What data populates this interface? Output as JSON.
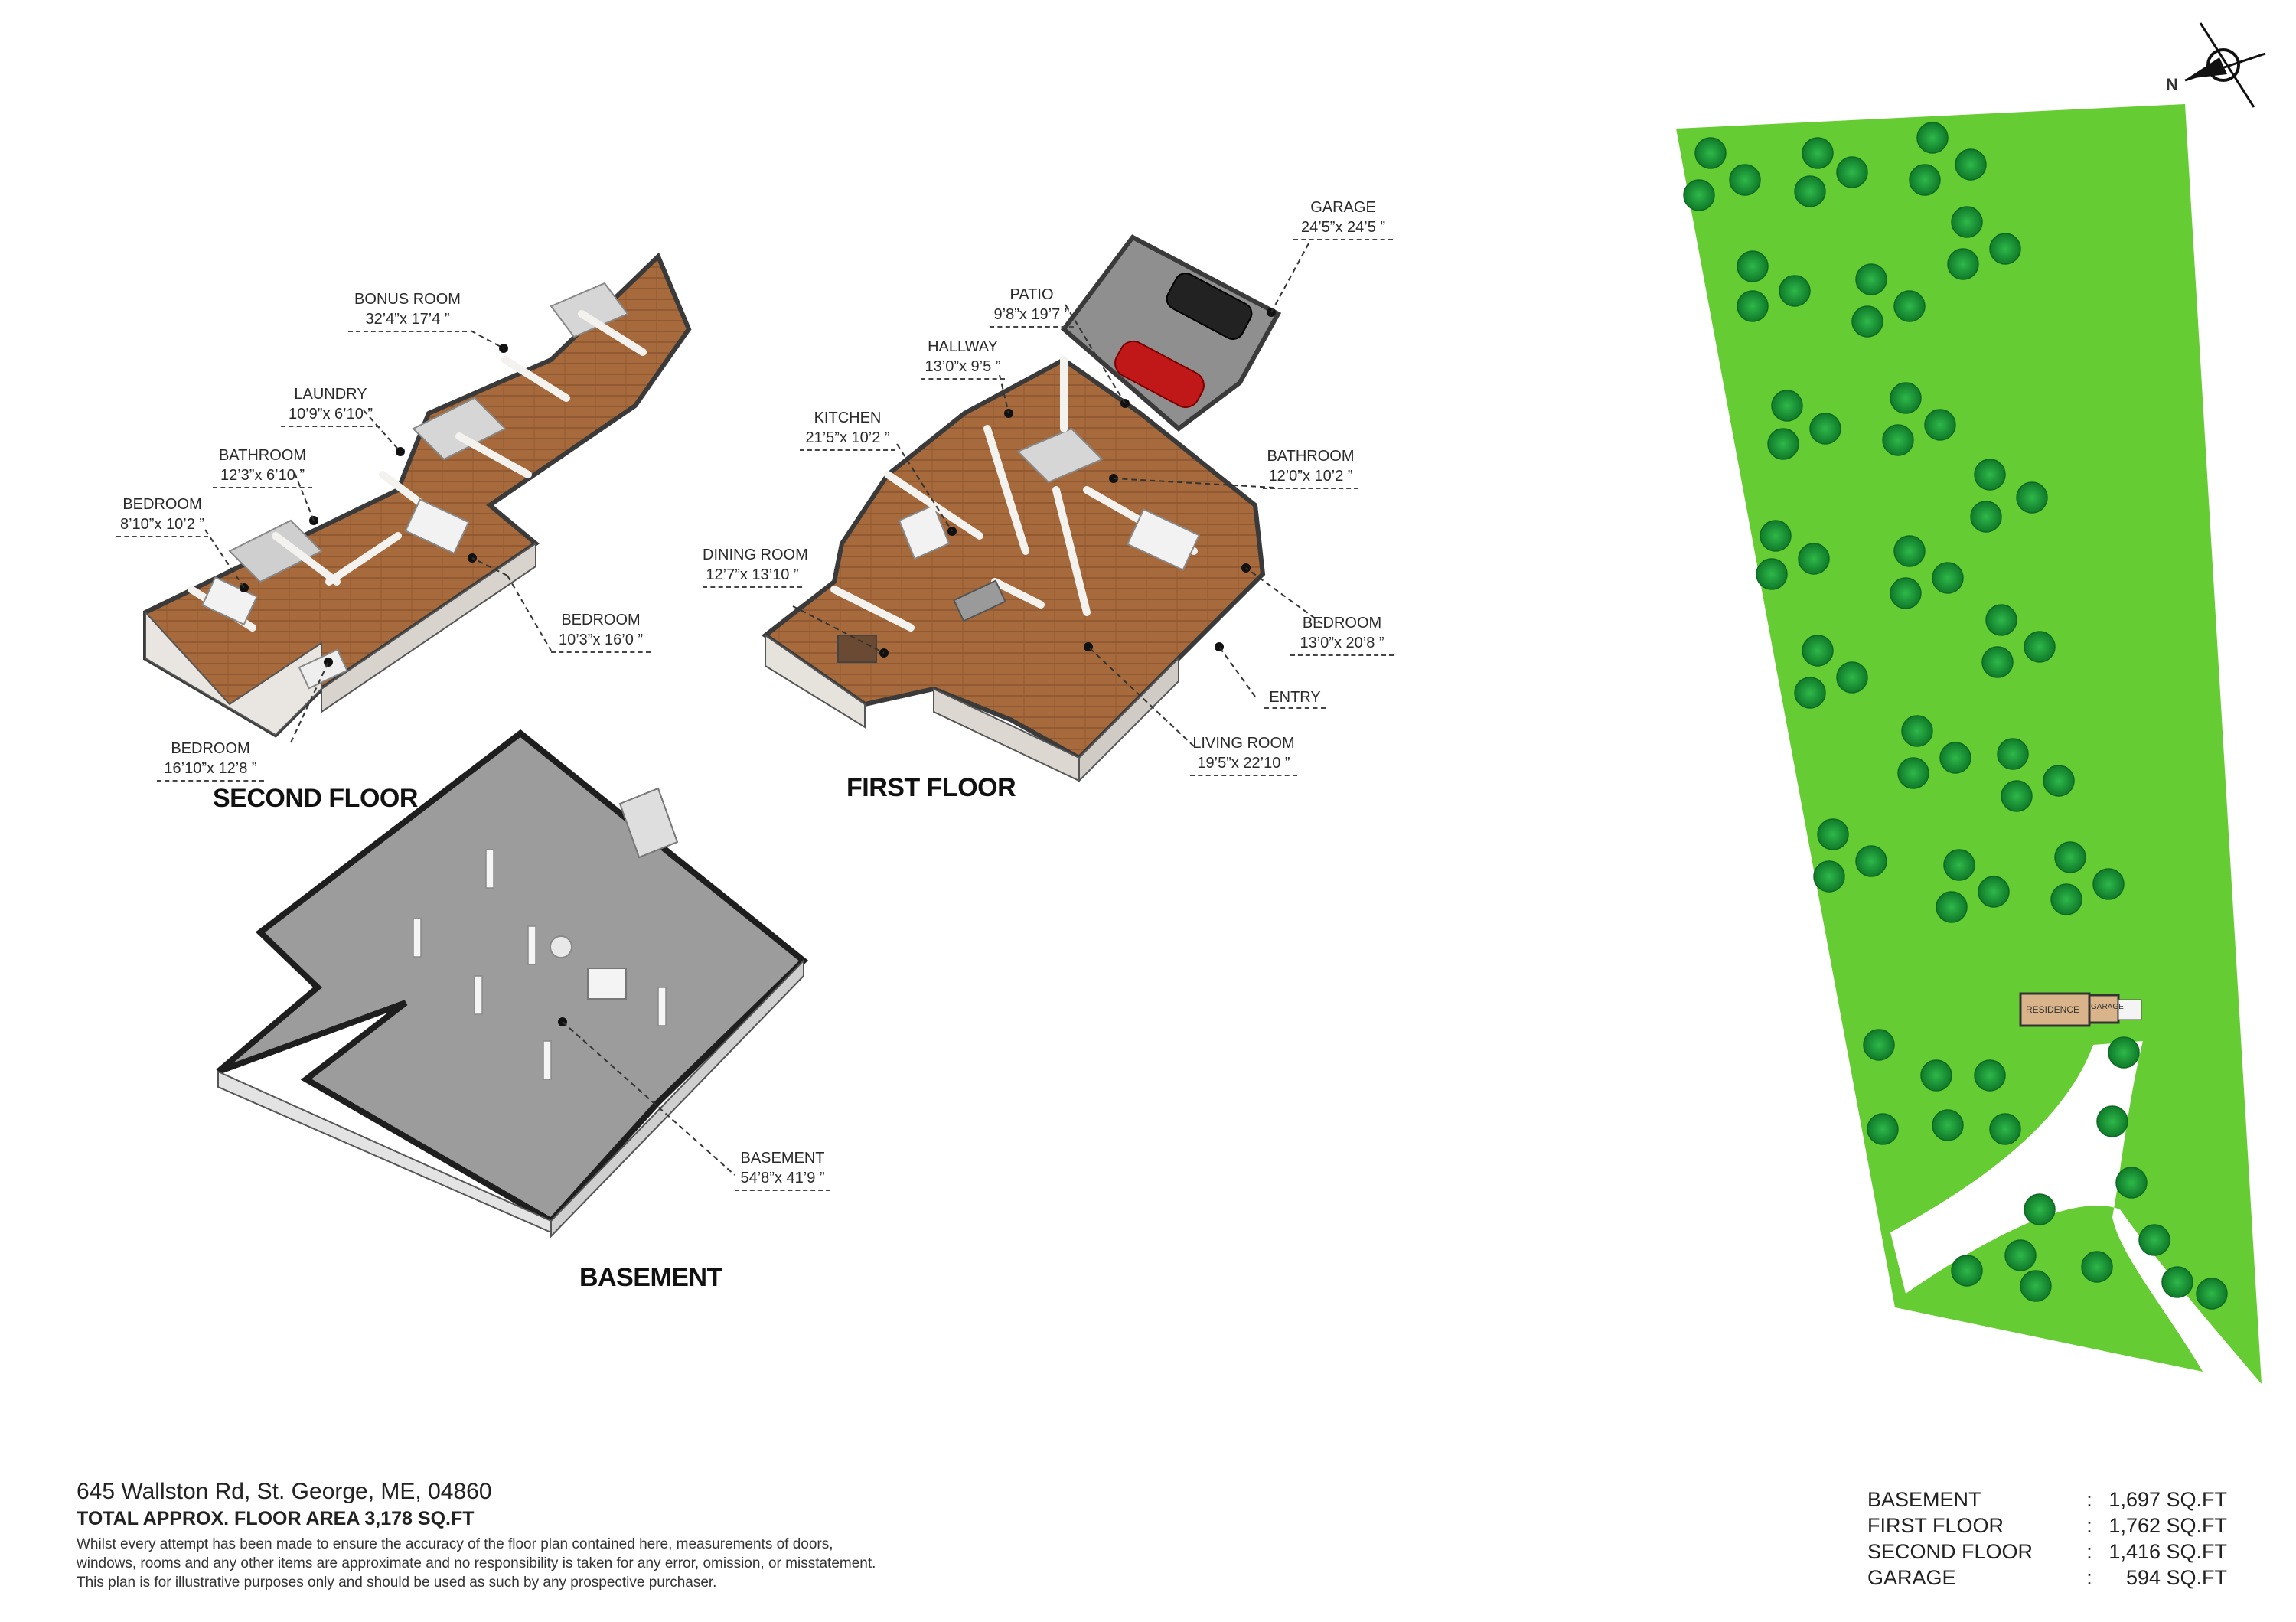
{
  "second_floor": {
    "title": "SECOND FLOOR",
    "rooms": [
      {
        "name": "BONUS ROOM",
        "dims": "32’4”x 17’4 ”"
      },
      {
        "name": "LAUNDRY",
        "dims": "10’9”x 6’10 ”"
      },
      {
        "name": "BATHROOM",
        "dims": "12’3”x 6’10 ”"
      },
      {
        "name": "BEDROOM",
        "dims": "8’10”x 10’2 ”"
      },
      {
        "name": "BEDROOM",
        "dims": "10’3”x 16’0 ”"
      },
      {
        "name": "BEDROOM",
        "dims": "16’10”x 12’8 ”"
      }
    ]
  },
  "first_floor": {
    "title": "FIRST FLOOR",
    "rooms": [
      {
        "name": "GARAGE",
        "dims": "24’5”x 24’5 ”"
      },
      {
        "name": "PATIO",
        "dims": "9’8”x 19’7 ”"
      },
      {
        "name": "HALLWAY",
        "dims": "13’0”x 9’5 ”"
      },
      {
        "name": "KITCHEN",
        "dims": "21’5”x 10’2 ”"
      },
      {
        "name": "BATHROOM",
        "dims": "12’0”x 10’2 ”"
      },
      {
        "name": "DINING ROOM",
        "dims": "12’7”x 13’10 ”"
      },
      {
        "name": "BEDROOM",
        "dims": "13’0”x 20’8 ”"
      },
      {
        "name": "ENTRY",
        "dims": ""
      },
      {
        "name": "LIVING ROOM",
        "dims": "19’5”x 22’10 ”"
      }
    ]
  },
  "basement": {
    "title": "BASEMENT",
    "rooms": [
      {
        "name": "BASEMENT",
        "dims": "54’8”x 41’9 ”"
      }
    ]
  },
  "site_plan": {
    "compass_label": "N",
    "residence_label": "RESIDENCE",
    "garage_label": "GARAGE",
    "colors": {
      "lawn": "#66cc33",
      "tree": "#1e9e3a",
      "road": "#ffffff",
      "residence": "#d9b48a"
    }
  },
  "property": {
    "address": "645 Wallston Rd, St. George, ME, 04860",
    "total_area": "TOTAL APPROX. FLOOR AREA 3,178 SQ.FT",
    "disclaimer_line1": "Whilst every attempt has been made to ensure the accuracy of the floor plan contained here, measurements of doors,",
    "disclaimer_line2": "windows, rooms and any other items are approximate and no responsibility is taken for any error, omission, or misstatement.",
    "disclaimer_line3": "This plan is for illustrative purposes only and should be used as such by any prospective purchaser."
  },
  "area_summary": [
    {
      "level": "BASEMENT",
      "sep": ":",
      "area": "1,697 SQ.FT"
    },
    {
      "level": "FIRST FLOOR",
      "sep": ":",
      "area": "1,762 SQ.FT"
    },
    {
      "level": "SECOND FLOOR",
      "sep": ":",
      "area": "1,416 SQ.FT"
    },
    {
      "level": "GARAGE",
      "sep": ":",
      "area": "594 SQ.FT"
    }
  ]
}
